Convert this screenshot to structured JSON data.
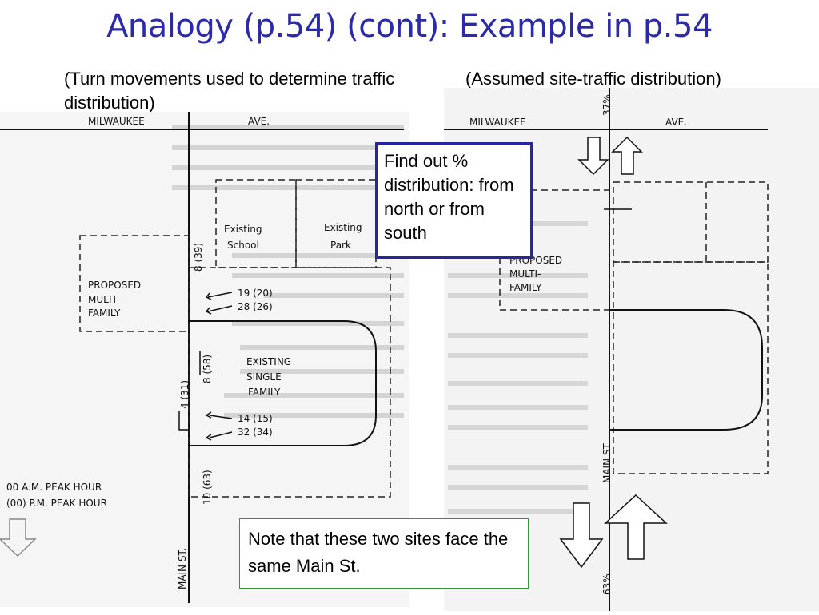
{
  "slide": {
    "title": "Analogy (p.54) (cont): Example in p.54",
    "caption_left": "(Turn movements used to determine traffic distribution)",
    "caption_right": "(Assumed site-traffic distribution)"
  },
  "left_diagram": {
    "street_top": "MILWAUKEE",
    "street_top_suffix": "AVE.",
    "street_side": "MAIN ST.",
    "school": [
      "Existing",
      "School"
    ],
    "park": [
      "Existing",
      "Park"
    ],
    "proposed": [
      "PROPOSED",
      "MULTI-",
      "FAMILY"
    ],
    "existing_single": [
      "EXISTING",
      "SINGLE",
      "FAMILY"
    ],
    "movements": {
      "m1": "19 (20)",
      "m2": "28 (26)",
      "m3": "8 (39)",
      "m4": "8 (58)",
      "m5": "4 (31)",
      "m6": "14 (15)",
      "m7": "32 (34)",
      "m8": "10 (63)"
    },
    "legend": [
      "00  A.M.  PEAK HOUR",
      "(00) P.M.  PEAK HOUR"
    ]
  },
  "right_diagram": {
    "street_top": "MILWAUKEE",
    "street_top_suffix": "AVE.",
    "street_side": "MAIN ST",
    "proposed": [
      "PROPOSED",
      "MULTI-",
      "FAMILY"
    ],
    "pct_north": "37%",
    "pct_south": "63%"
  },
  "callouts": {
    "find": "Find out % distribution: from north or from south",
    "note": "Note that these two sites face the same Main St."
  },
  "colors": {
    "title": "#2b2ba8",
    "find_border": "#2626a0",
    "note_border": "#2a9a2a"
  }
}
